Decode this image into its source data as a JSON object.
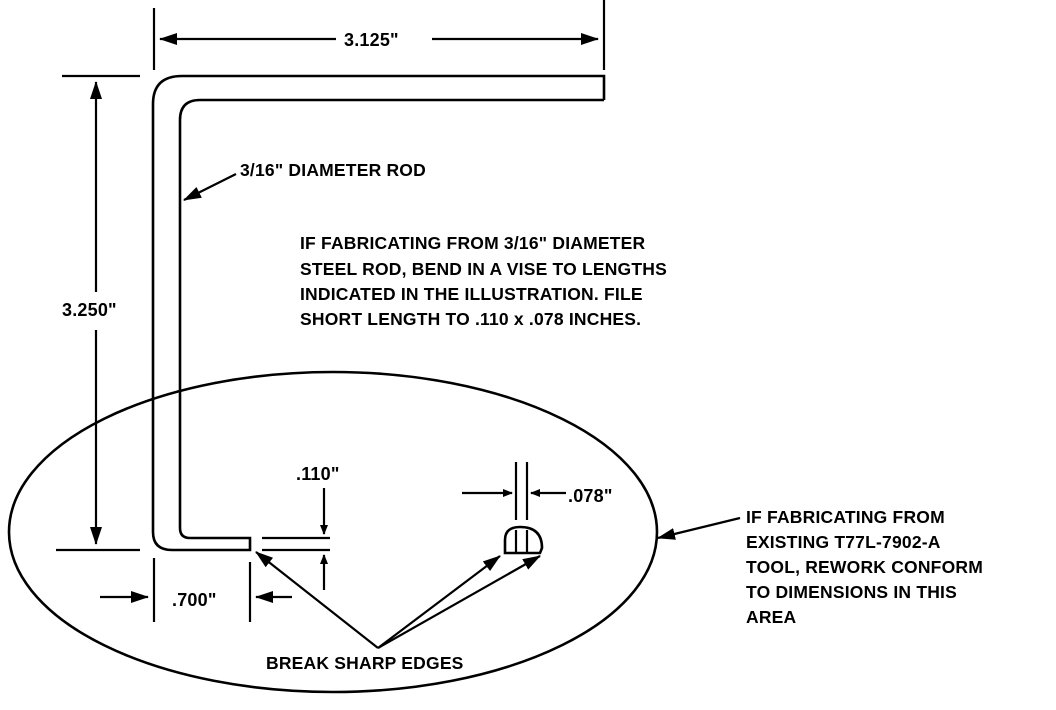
{
  "dimensions": {
    "top_width": "3.125\"",
    "height": "3.250\"",
    "rod_label": "3/16\" DIAMETER ROD",
    "tip_thickness": ".110\"",
    "tip_width": ".078\"",
    "base_length": ".700\""
  },
  "notes": {
    "fabricate_rod": [
      "IF FABRICATING FROM 3/16\" DIAMETER",
      "STEEL ROD, BEND IN A VISE TO LENGTHS",
      "INDICATED IN THE ILLUSTRATION. FILE",
      "SHORT LENGTH TO .110 x .078 INCHES."
    ],
    "fabricate_existing": [
      "IF FABRICATING FROM",
      "EXISTING T77L-7902-A",
      "TOOL, REWORK CONFORM",
      "TO DIMENSIONS IN THIS",
      "AREA"
    ],
    "break_edges": "BREAK SHARP EDGES"
  }
}
